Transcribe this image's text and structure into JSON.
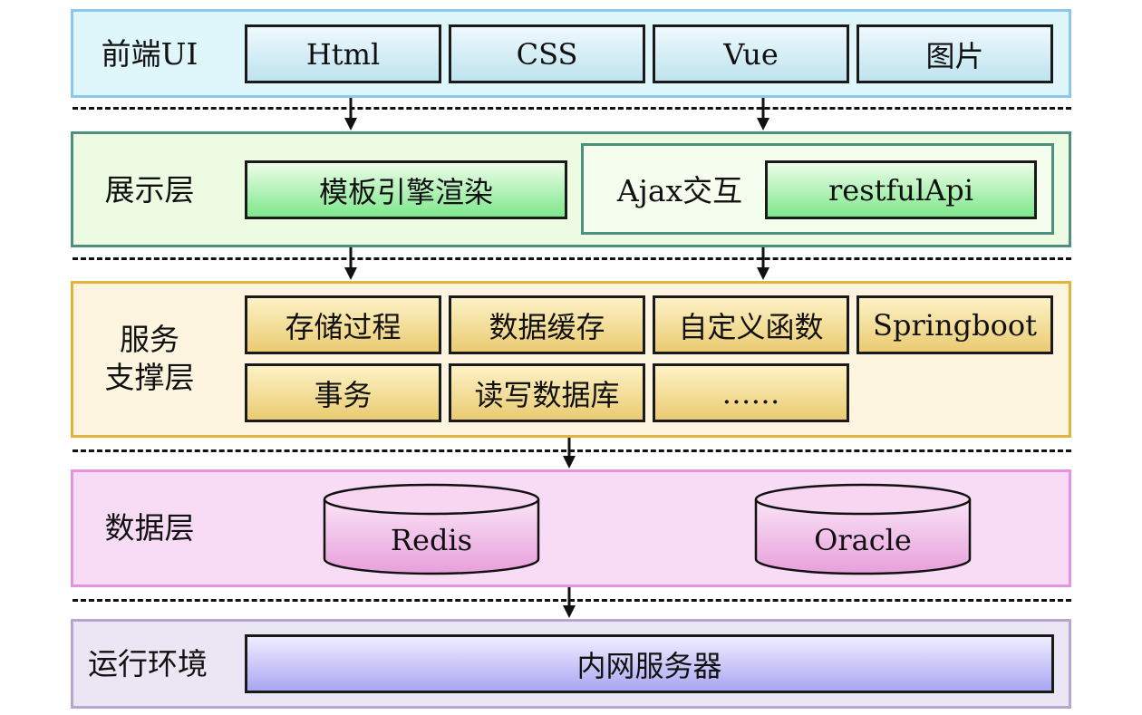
{
  "layers": {
    "frontend": {
      "label": "前端UI",
      "items": [
        "Html",
        "CSS",
        "Vue",
        "图片"
      ]
    },
    "presentation": {
      "label": "展示层",
      "template_engine": "模板引擎渲染",
      "ajax_label": "Ajax交互",
      "api": "restfulApi"
    },
    "service": {
      "label_line1": "服务",
      "label_line2": "支撑层",
      "row1": [
        "存储过程",
        "数据缓存",
        "自定义函数",
        "Springboot"
      ],
      "row2": [
        "事务",
        "读写数据库",
        "……"
      ]
    },
    "data": {
      "label": "数据层",
      "stores": [
        "Redis",
        "Oracle"
      ]
    },
    "runtime": {
      "label": "运行环境",
      "server": "内网服务器"
    }
  },
  "colors": {
    "frontend_bg": "#dff6fa",
    "frontend_border": "#8dc7ee",
    "presentation_bg": "#ecfbe2",
    "presentation_border": "#4e9080",
    "service_bg": "#fdf5df",
    "service_border": "#e2b43c",
    "data_bg": "#f8dcf6",
    "data_border": "#e493e0",
    "runtime_bg": "#ebe6f3",
    "runtime_border": "#b7a7cf"
  }
}
